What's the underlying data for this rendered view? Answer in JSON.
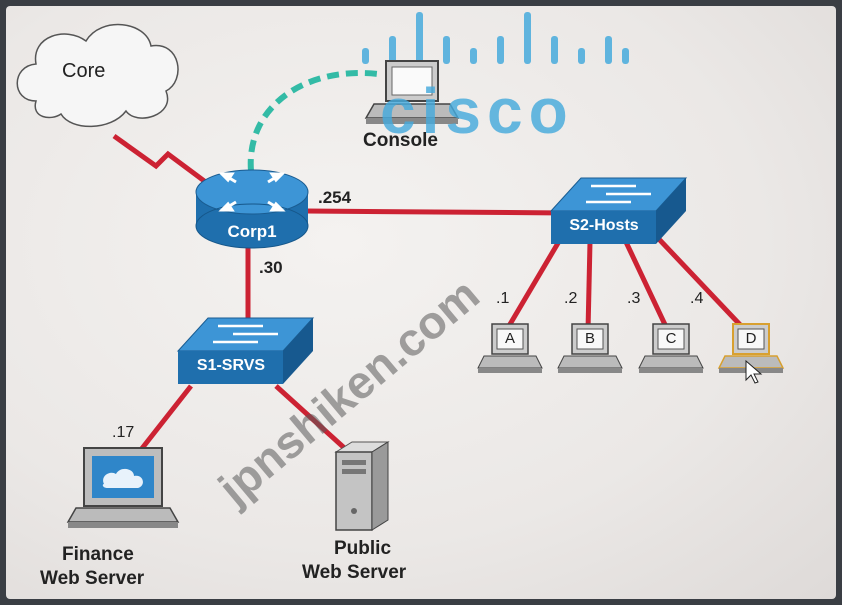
{
  "diagram": {
    "core_label": "Core",
    "console_label": "Console",
    "router_label": "Corp1",
    "router_ip_254": ".254",
    "router_ip_30": ".30",
    "switch_srvs_label": "S1-SRVS",
    "switch_hosts_label": "S2-Hosts",
    "hosts": [
      {
        "letter": "A",
        "ip": ".1"
      },
      {
        "letter": "B",
        "ip": ".2"
      },
      {
        "letter": "C",
        "ip": ".3"
      },
      {
        "letter": "D",
        "ip": ".4"
      }
    ],
    "finance_ip": ".17",
    "finance_label_line1": "Finance",
    "finance_label_line2": "Web Server",
    "public_label_line1": "Public",
    "public_label_line2": "Web Server"
  },
  "logo": {
    "text": "cisco"
  },
  "watermark": {
    "text": "jpnshiken.com"
  },
  "colors": {
    "link": "#cc2233",
    "console_link": "#33bba6",
    "device_blue": "#2f86c9",
    "logo": "#46aadc"
  }
}
